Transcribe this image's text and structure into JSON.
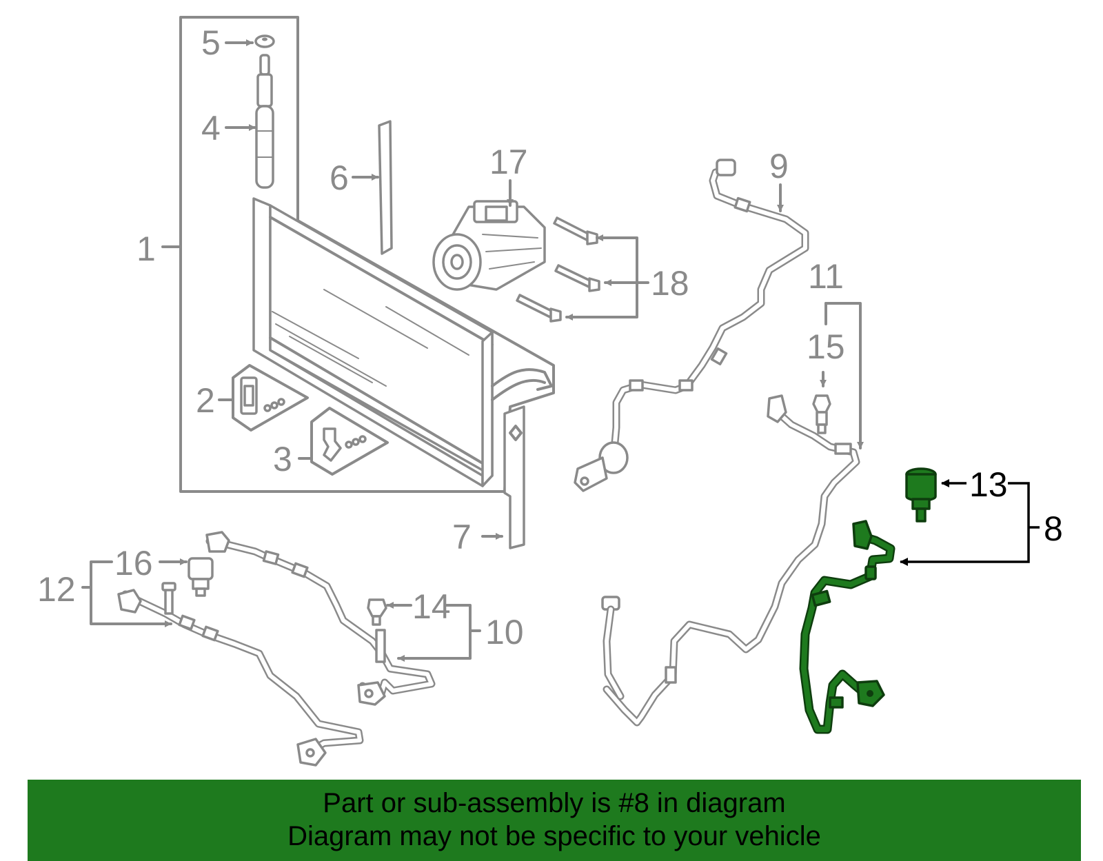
{
  "callouts": {
    "n1": "1",
    "n2": "2",
    "n3": "3",
    "n4": "4",
    "n5": "5",
    "n6": "6",
    "n7": "7",
    "n8": "8",
    "n9": "9",
    "n10": "10",
    "n11": "11",
    "n12": "12",
    "n13": "13",
    "n14": "14",
    "n15": "15",
    "n16": "16",
    "n17": "17",
    "n18": "18"
  },
  "highlighted_part": "8",
  "colors": {
    "highlight": "#1e7a1e",
    "outline": "#0e3d0e",
    "gray": "#8a8a8a"
  },
  "banner": {
    "line1": "Part or sub-assembly is #8 in diagram",
    "line2": "Diagram may not be specific to your vehicle"
  }
}
